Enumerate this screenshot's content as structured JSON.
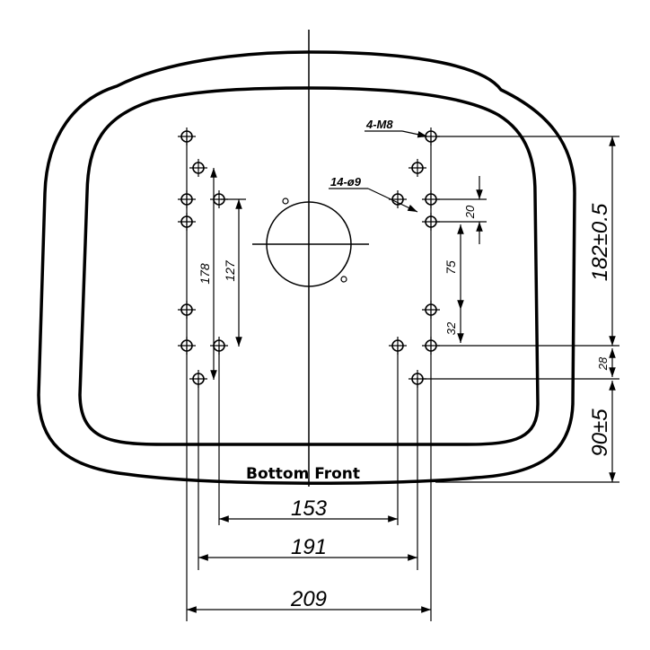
{
  "drawing": {
    "callouts": {
      "threaded_holes": "4-M8",
      "through_holes": "14-ø9"
    },
    "dimensions": {
      "width_153": "153",
      "width_191": "191",
      "width_209": "209",
      "height_178": "178",
      "height_127": "127",
      "height_182": "182±0.5",
      "height_90": "90±5",
      "spacing_20": "20",
      "spacing_75": "75",
      "spacing_32": "32",
      "spacing_28": "28"
    },
    "view_label": "Bottom Front"
  },
  "colors": {
    "ink": "#000000",
    "background": "#ffffff"
  }
}
